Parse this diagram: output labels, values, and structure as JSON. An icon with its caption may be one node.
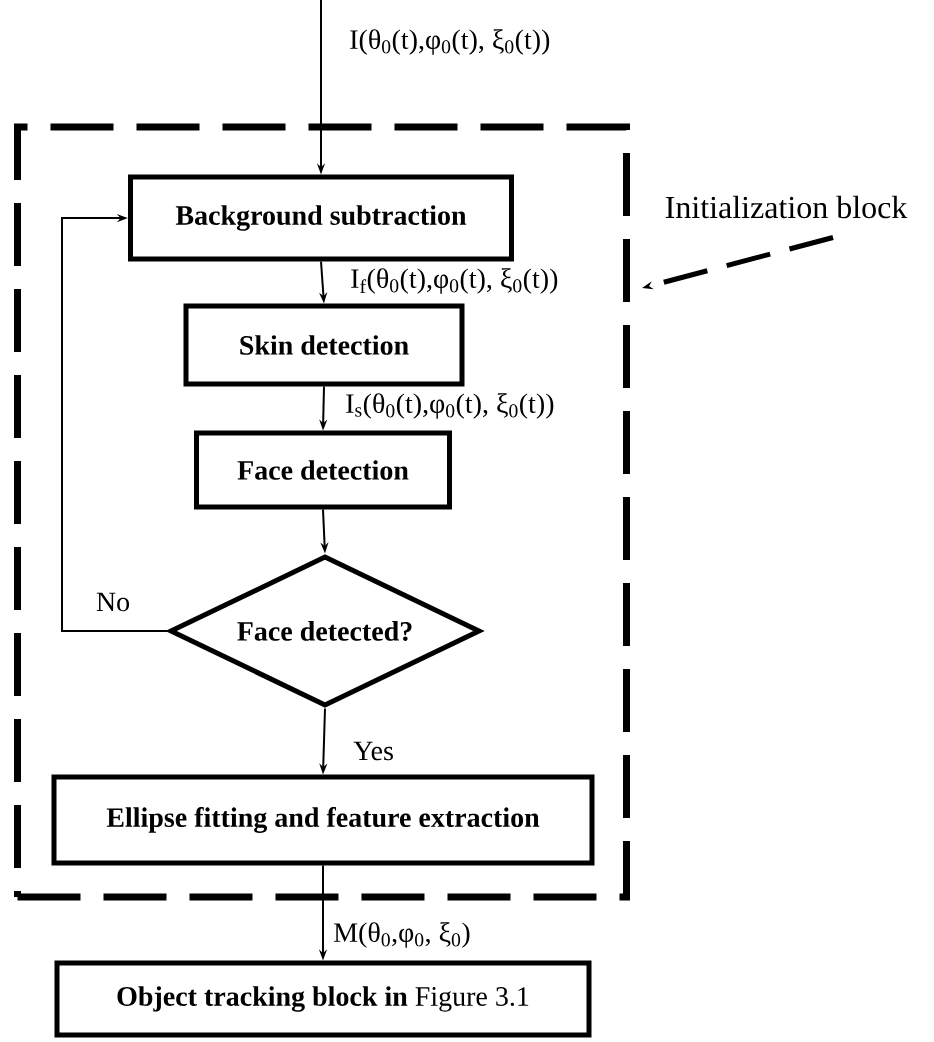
{
  "diagram": {
    "nodes": [
      {
        "text": [],
        "shape": "box"
      },
      {
        "text": [
          "Background subtraction"
        ],
        "in": 0
      },
      {
        "text": [
          "Skin detection"
        ],
        "in": 0
      },
      {
        "text": [
          "Face detection"
        ],
        "in": 0
      },
      {
        "text": [
          "Face detected?"
        ],
        "in": 0
      },
      {
        "text": [
          "Ellipse fitting and feature extraction"
        ],
        "in": 0
      },
      {
        "text": [
          "**Object tracking block in** Figure 3.1"
        ]
      },
      {
        "text": [
          "Initialization block"
        ]
      }
    ],
    "edges": [
      {
        "from": null,
        "to": 1,
        "arrow": "to",
        "label": "I(θ$_{0}$(t),φ$_{0}$(t), ξ$_{0}$(t))"
      },
      {
        "from": 1,
        "to": 2,
        "arrow": "to",
        "label": "I$_{f}$(θ$_{0}$(t),φ$_{0}$(t), ξ$_{0}$(t))"
      },
      {
        "from": 2,
        "to": 3,
        "arrow": "to",
        "label": "I$_{s}$(θ$_{0}$(t),φ$_{0}$(t), ξ$_{0}$(t))"
      },
      {
        "from": 3,
        "to": 4,
        "arrow": "to"
      },
      {
        "from": 4,
        "to": 1,
        "arrow": "to",
        "label": "No"
      },
      {
        "from": 4,
        "to": 5,
        "arrow": "to",
        "label": "Yes"
      },
      {
        "from": 5,
        "to": 6,
        "arrow": "to",
        "label": "M(θ$_{0}$,φ$_{0}$, ξ$_{0}$)"
      },
      {
        "from": 7,
        "to": 0,
        "arrow": "to",
        "style": "dashed"
      }
    ]
  }
}
